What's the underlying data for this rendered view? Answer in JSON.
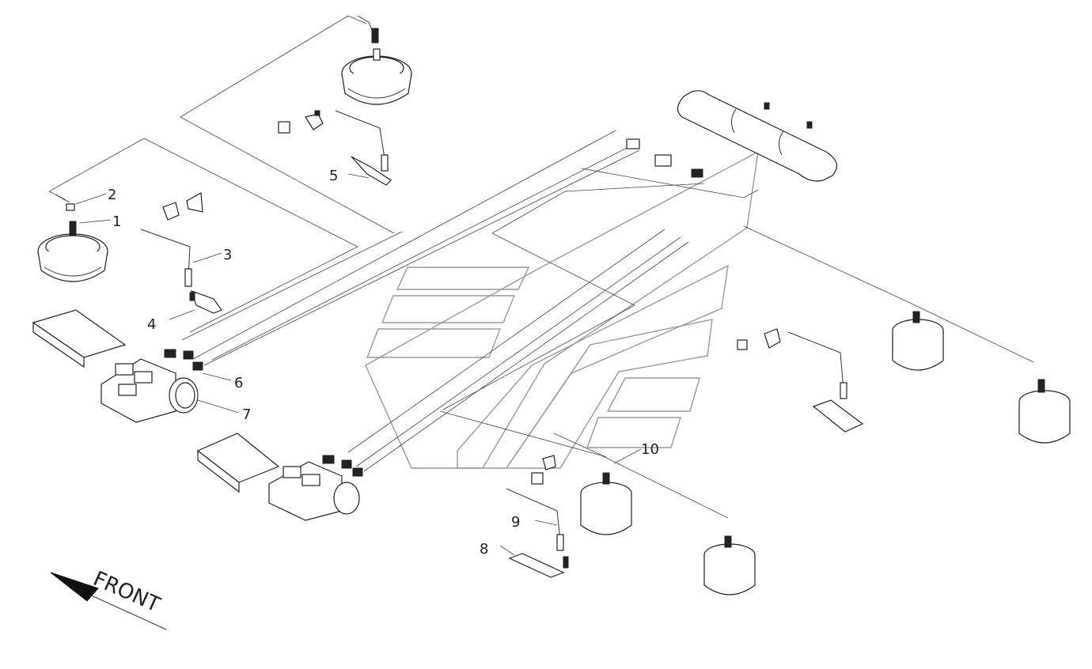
{
  "diagram": {
    "direction_label": "FRONT",
    "callouts": [
      {
        "id": "1",
        "text": "1"
      },
      {
        "id": "2",
        "text": "2"
      },
      {
        "id": "3",
        "text": "3"
      },
      {
        "id": "4",
        "text": "4"
      },
      {
        "id": "5",
        "text": "5"
      },
      {
        "id": "6",
        "text": "6"
      },
      {
        "id": "7",
        "text": "7"
      },
      {
        "id": "8",
        "text": "8"
      },
      {
        "id": "9",
        "text": "9"
      },
      {
        "id": "10",
        "text": "10"
      }
    ],
    "colors": {
      "line": "#333333",
      "watermark": "#999999",
      "background": "#ffffff"
    }
  }
}
